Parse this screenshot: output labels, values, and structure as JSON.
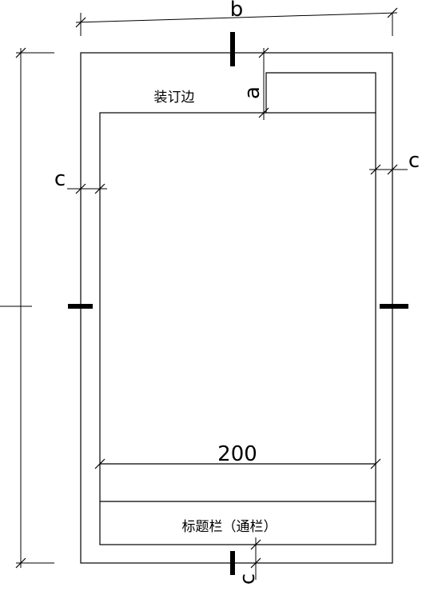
{
  "labels": {
    "b": "b",
    "a": "a",
    "c_left": "c",
    "c_right": "c",
    "c_bottom": "c",
    "binding_edge": "装订边",
    "width_200": "200",
    "title_block": "标题栏（通栏）"
  }
}
